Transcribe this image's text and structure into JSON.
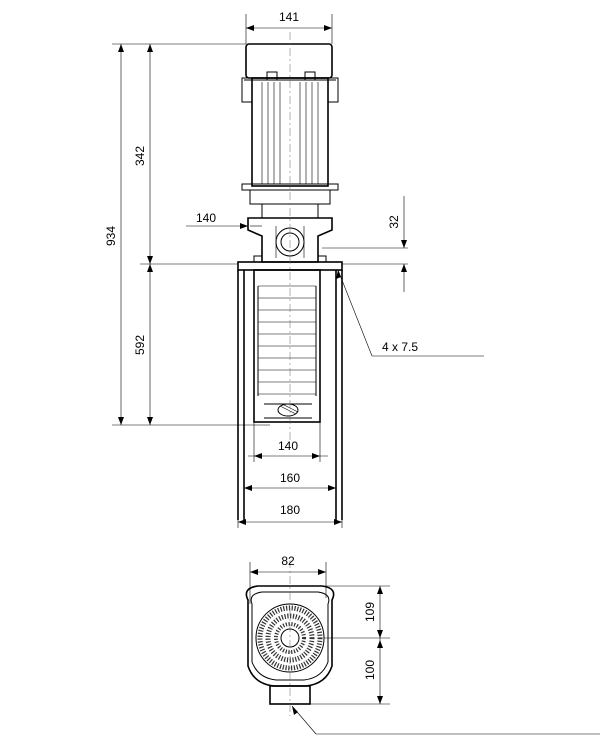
{
  "dimensions": {
    "motor_width": "141",
    "overall_height": "934",
    "motor_height": "342",
    "pump_height": "592",
    "port_offset": "140",
    "port_height": "32",
    "hole_spec": "4 x 7.5",
    "body_width": "140",
    "flange_width": "160",
    "base_width": "180",
    "inlet_width": "82",
    "bottom_upper": "109",
    "bottom_lower": "100"
  },
  "colors": {
    "line": "#000000",
    "background": "#ffffff"
  }
}
